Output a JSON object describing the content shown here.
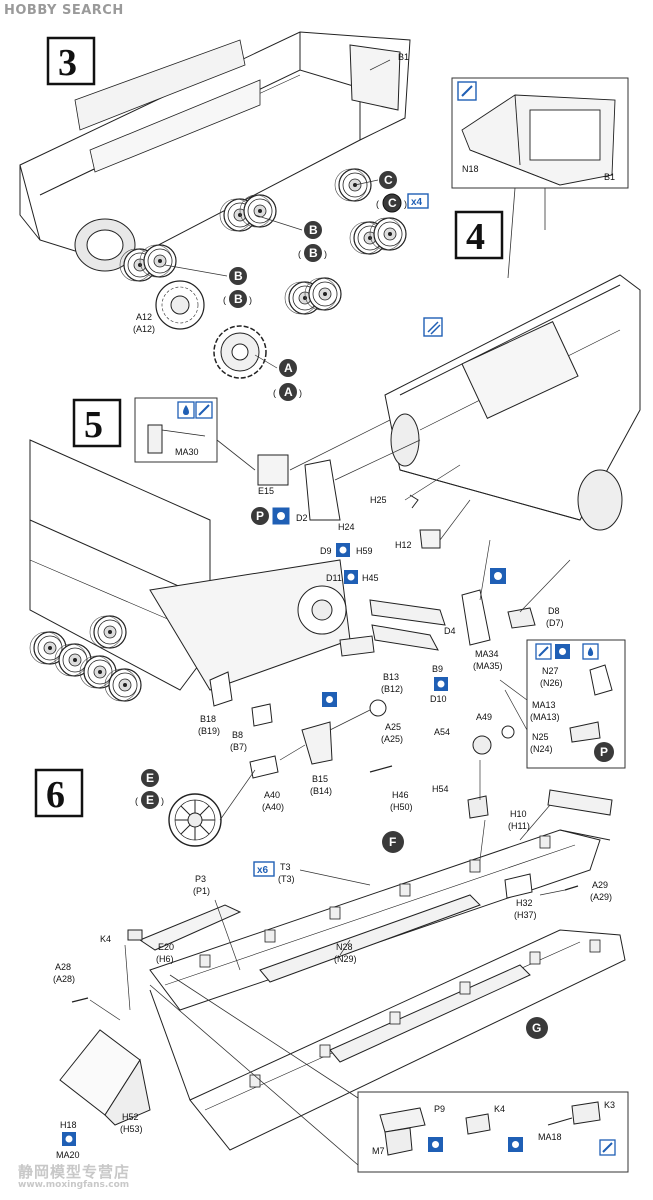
{
  "watermark": {
    "top": "HOBBY SEARCH",
    "bottom_cn": "静岡模型专营店",
    "bottom_url": "www.moxingfans.com"
  },
  "steps": {
    "s3": "3",
    "s4": "4",
    "s5": "5",
    "s6": "6"
  },
  "parts": {
    "B1": "B1",
    "B1b": "B1",
    "N18": "N18",
    "A12": "A12",
    "A12p": "(A12)",
    "E15": "E15",
    "D2": "D2",
    "MA30": "MA30",
    "H25": "H25",
    "H24": "H24",
    "H12": "H12",
    "D9": "D9",
    "H59": "H59",
    "D11": "D11",
    "H45": "H45",
    "D4": "D4",
    "D8": "D8",
    "D7p": "(D7)",
    "MA34": "MA34",
    "MA35p": "(MA35)",
    "B9": "B9",
    "D10": "D10",
    "N27": "N27",
    "N26p": "(N26)",
    "MA13": "MA13",
    "MA13p": "(MA13)",
    "N25": "N25",
    "N24p": "(N24)",
    "B13": "B13",
    "B12p": "(B12)",
    "B18": "B18",
    "B19p": "(B19)",
    "B8": "B8",
    "B7p": "(B7)",
    "A25": "A25",
    "A25p": "(A25)",
    "A49": "A49",
    "A54": "A54",
    "B15": "B15",
    "B14p": "(B14)",
    "A40": "A40",
    "A40p": "(A40)",
    "H46": "H46",
    "H50p": "(H50)",
    "H54": "H54",
    "H10": "H10",
    "H11p": "(H11)",
    "T3": "T3",
    "T3p": "(T3)",
    "x6": "x6",
    "x4": "x4",
    "P3": "P3",
    "P1p": "(P1)",
    "H32": "H32",
    "H37p": "(H37)",
    "A29": "A29",
    "A29p": "(A29)",
    "A28": "A28",
    "A28p": "(A28)",
    "K4": "K4",
    "E20": "E20",
    "H6p": "(H6)",
    "N28": "N28",
    "N29p": "(N29)",
    "H18": "H18",
    "MA20": "MA20",
    "H52": "H52",
    "H53p": "(H53)",
    "P9": "P9",
    "M7": "M7",
    "K4b": "K4",
    "K3": "K3",
    "MA18": "MA18"
  },
  "callouts": {
    "A": "A",
    "B": "B",
    "C": "C",
    "E": "E",
    "F": "F",
    "G": "G",
    "P": "P"
  },
  "colors": {
    "ink": "#111111",
    "line": "#333333",
    "blue": "#1f5fb5",
    "dark_circle": "#3a3a3a"
  }
}
